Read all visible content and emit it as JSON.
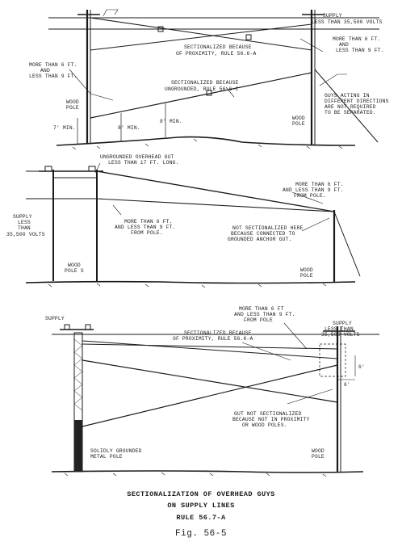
{
  "panel1": {
    "supply_label": [
      "SUPPLY",
      "LESS THAN 35,500 VOLTS"
    ],
    "note_sectionalized_proximity": [
      "SECTIONALIZED BECAUSE",
      "OF PROXIMITY, RULE 56.6-A"
    ],
    "note_more_right": [
      "MORE THAN 6 FT.",
      "AND",
      "LESS THAN 9 FT."
    ],
    "note_more_left": [
      "MORE THAN 6 FT.",
      "AND",
      "LESS THAN 9 FT."
    ],
    "note_sectionalized_ungrounded": [
      "SECTIONALIZED BECAUSE",
      "UNGROUNDED, RULE 56.6-C"
    ],
    "note_guys_acting": [
      "GUYS ACTING IN",
      "DIFFERENT DIRECTIONS",
      "ARE NOT REQUIRED",
      "TO BE SEPARATED."
    ],
    "left_pole_label": [
      "WOOD",
      "POLE"
    ],
    "right_pole_label": [
      "WOOD",
      "POLE"
    ],
    "dim_7min": "7' MIN.",
    "dim_8min_a": "8' MIN.",
    "dim_8min_b": "8' MIN."
  },
  "panel2": {
    "note_ungrounded_gut": [
      "UNGROUNDED OVERHEAD GUT",
      "LESS THAN 17 FT. LONG."
    ],
    "note_more_right": [
      "MORE THAN 6 FT.",
      "AND LESS THAN 9 FT.",
      "FROM POLE."
    ],
    "note_more_left": [
      "MORE THAN 6 FT.",
      "AND LESS THAN 9 FT.",
      "FROM POLE."
    ],
    "note_not_sectionalized": [
      "NOT SECTIONALIZED HERE",
      "BECAUSE CONNECTED TO",
      "GROUNDED ANCHOR GUT."
    ],
    "supply_label": [
      "SUPPLY",
      "LESS",
      "THAN",
      "35,500 VOLTS"
    ],
    "left_pole_label": [
      "WOOD",
      "POLE S"
    ],
    "right_pole_label": [
      "WOOD",
      "POLE"
    ]
  },
  "panel3": {
    "supply_left": "SUPPLY",
    "note_more_top": [
      "MORE THAN 6 FT",
      "AND LESS THAN 9 FT.",
      "FROM POLE"
    ],
    "supply_right": [
      "SUPPLY",
      "LESS THAN",
      "35,500 VOLTS"
    ],
    "note_sectionalized_proximity": [
      "SECTIONALIZED BECAUSE",
      "OF PROXIMITY, RULE 56.6-A"
    ],
    "note_gut_not_sectionalized": [
      "GUT NOT SECTIONALIZED",
      "BECAUSE NOT IN PROXIMITY",
      "OR WOOD POLES."
    ],
    "metal_pole_label": [
      "SOLIDLY GROUNDED",
      "METAL POLE"
    ],
    "wood_pole_label": [
      "WOOD",
      "POLE"
    ],
    "dim_6a": "6'",
    "dim_6b": "6'"
  },
  "caption": {
    "title": "SECTIONALIZATION OF OVERHEAD GUYS",
    "line2": "ON SUPPLY LINES",
    "line3": "RULE 56.7-A"
  },
  "figure_label": "Fig. 56-5"
}
